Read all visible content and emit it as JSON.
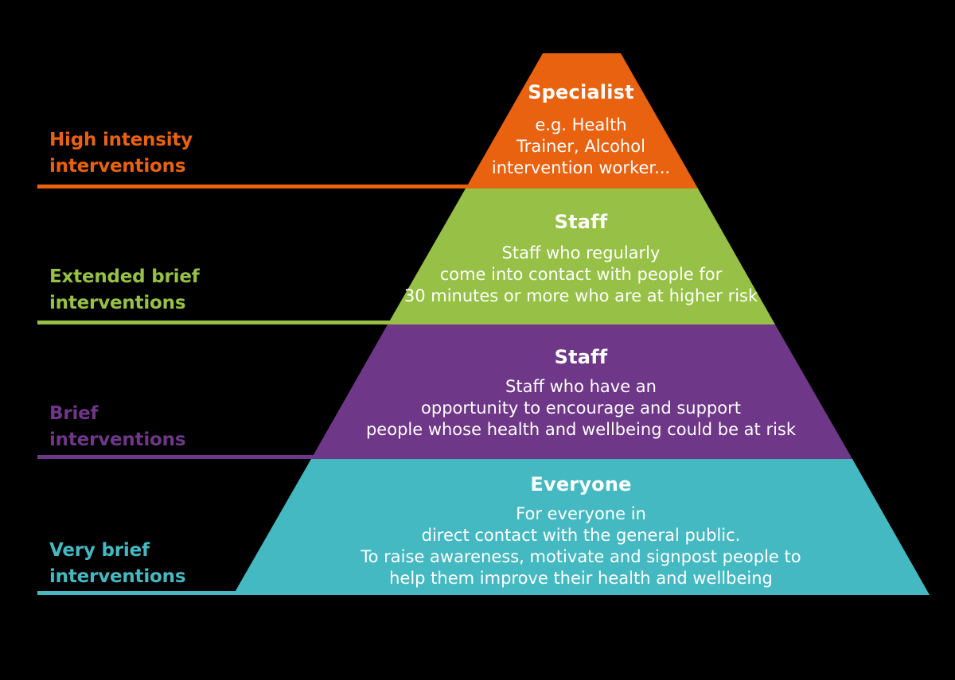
{
  "diagram": {
    "type": "pyramid",
    "description": "Four-tier interventions pyramid with intensity labels on the left"
  },
  "colors": {
    "background": "#000000",
    "orange": "#E8620F",
    "green": "#96C146",
    "purple": "#6E3787",
    "teal": "#45B9C1",
    "text_on_bands": "#FFFFFF"
  },
  "side_labels": [
    {
      "lines": [
        "High intensity",
        "interventions"
      ],
      "color": "#E8620F"
    },
    {
      "lines": [
        "Extended brief",
        "interventions"
      ],
      "color": "#96C146"
    },
    {
      "lines": [
        "Brief",
        "interventions"
      ],
      "color": "#6E3787"
    },
    {
      "lines": [
        "Very brief",
        "interventions"
      ],
      "color": "#45B9C1"
    }
  ],
  "levels": [
    {
      "heading": "Specialist",
      "body_lines": [
        "e.g. Health",
        "Trainer, Alcohol",
        "intervention worker..."
      ],
      "color": "#E8620F"
    },
    {
      "heading": "Staff",
      "body_lines": [
        "Staff who regularly",
        "come into contact with people for",
        "30 minutes or more who are at higher risk"
      ],
      "color": "#96C146"
    },
    {
      "heading": "Staff",
      "body_lines": [
        "Staff who have an",
        "opportunity to encourage and support",
        "people whose health and wellbeing could be at risk"
      ],
      "color": "#6E3787"
    },
    {
      "heading": "Everyone",
      "body_lines": [
        "For everyone in",
        "direct contact with the general public.",
        "To raise awareness, motivate and signpost people to",
        "help them improve their health and wellbeing"
      ],
      "color": "#45B9C1"
    }
  ]
}
